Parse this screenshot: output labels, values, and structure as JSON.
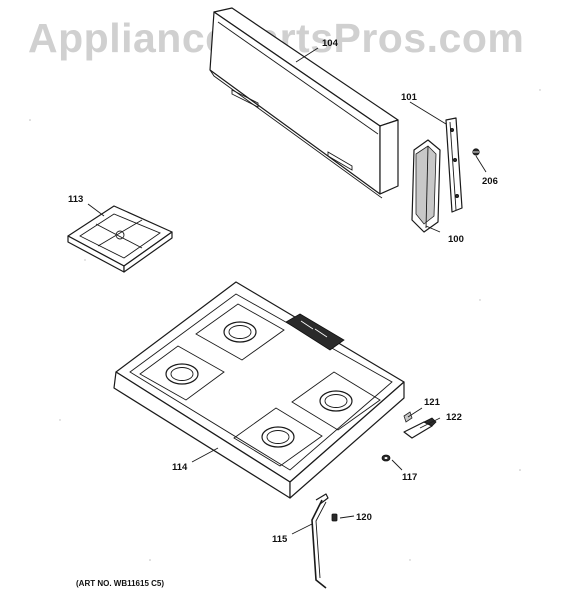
{
  "watermark": "AppliancePartsPros.com",
  "art_number": "(ART NO. WB11615 C5)",
  "callouts": {
    "backsplash": "104",
    "side_bracket": "101",
    "end_cap": "100",
    "screw": "206",
    "grate": "113",
    "cooktop": "114",
    "ignitor_bracket": "121",
    "ignitor": "122",
    "grommet": "117",
    "clip": "120",
    "hinge_rod": "115"
  }
}
